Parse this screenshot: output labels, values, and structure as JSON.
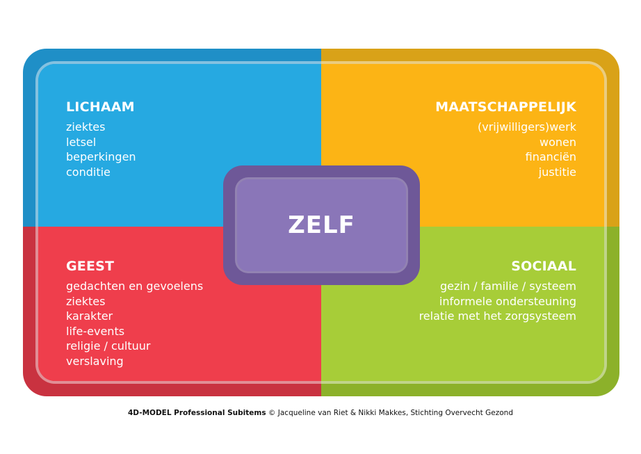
{
  "quadrants": {
    "lichaam": {
      "title": "LICHAAM",
      "items": [
        "ziektes",
        "letsel",
        "beperkingen",
        "conditie"
      ]
    },
    "maatschappelijk": {
      "title": "MAATSCHAPPELIJK",
      "items": [
        "(vrijwilligers)werk",
        "wonen",
        "financiën",
        "justitie"
      ]
    },
    "geest": {
      "title": "GEEST",
      "items": [
        "gedachten en gevoelens",
        "ziektes",
        "karakter",
        "life-events",
        "religie / cultuur",
        "verslaving"
      ]
    },
    "sociaal": {
      "title": "SOCIAAL",
      "items": [
        "gezin / familie / systeem",
        "informele ondersteuning",
        "relatie met het zorgsysteem"
      ]
    }
  },
  "center": {
    "label": "ZELF"
  },
  "credit": {
    "title": "4D-MODEL Professional Subitems",
    "text": "© Jacqueline van Riet & Nikki Makkes, Stichting Overvecht Gezond"
  },
  "colors": {
    "lichaam": "#26a9e1",
    "maatschappelijk": "#fcb415",
    "geest": "#ef3e4c",
    "sociaal": "#a7cd38",
    "zelf": "#8a76b8"
  }
}
